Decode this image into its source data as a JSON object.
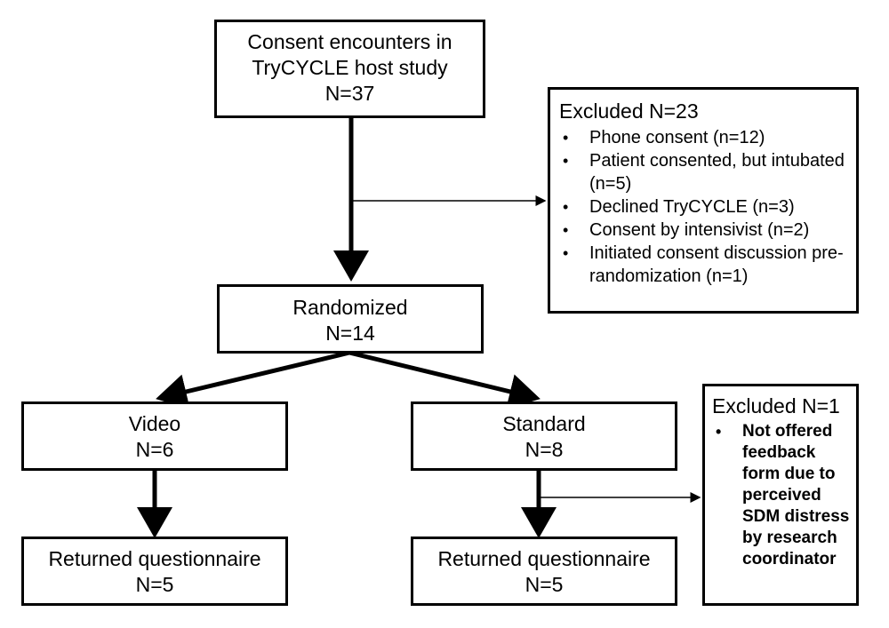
{
  "boxes": {
    "consent": {
      "lines": [
        "Consent encounters in",
        "TryCYCLE host study"
      ],
      "n": "N=37"
    },
    "excluded_main": {
      "title": "Excluded N=23",
      "items": [
        "Phone consent (n=12)",
        "Patient consented, but intubated (n=5)",
        "Declined TryCYCLE (n=3)",
        "Consent by intensivist (n=2)",
        "Initiated consent discussion pre-randomization (n=1)"
      ]
    },
    "randomized": {
      "label": "Randomized",
      "n": "N=14"
    },
    "video": {
      "label": "Video",
      "n": "N=6"
    },
    "standard": {
      "label": "Standard",
      "n": "N=8"
    },
    "excluded_standard": {
      "title": "Excluded N=1",
      "items": [
        "Not offered feedback form due to perceived SDM distress by research coordinator"
      ]
    },
    "returned_video": {
      "label": "Returned questionnaire",
      "n": "N=5"
    },
    "returned_standard": {
      "label": "Returned questionnaire",
      "n": "N=5"
    }
  }
}
